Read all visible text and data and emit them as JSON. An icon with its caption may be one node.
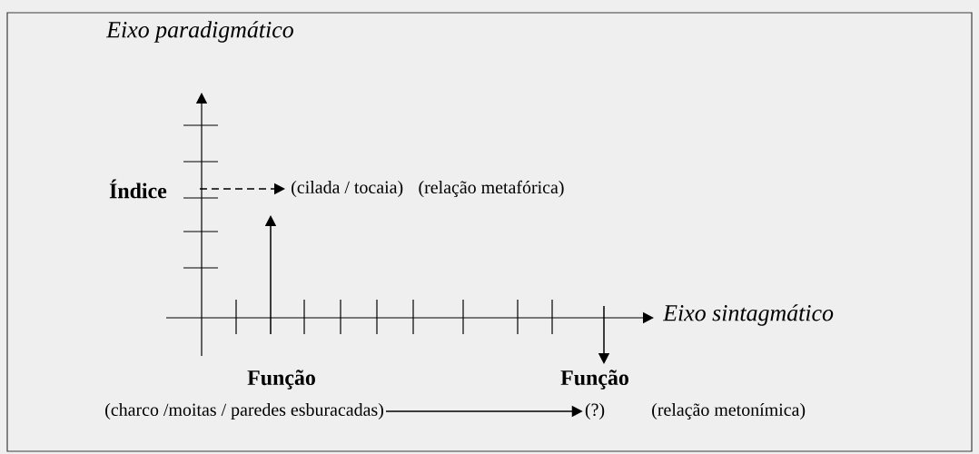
{
  "diagram": {
    "nodes": [
      {
        "text": [
          "Índice"
        ]
      },
      {
        "text": [
          "(cilada / tocaia)"
        ]
      },
      {
        "text": [
          "(charco /moitas / paredes esburacadas)"
        ]
      },
      {
        "text": [
          "Função"
        ]
      },
      {
        "text": [
          "(?)"
        ]
      }
    ],
    "edges": [
      {
        "from": 0,
        "to": 1,
        "arrow": "to",
        "style": "dashed"
      },
      {
        "from": null,
        "to": 3,
        "arrow": "to"
      },
      {
        "from": 2,
        "to": 4,
        "arrow": "to"
      }
    ],
    "labels": [
      "Eixo paradigmático",
      "(relação metafórica)",
      "Eixo sintagmático",
      "Função",
      "(relação metonímica)"
    ]
  }
}
